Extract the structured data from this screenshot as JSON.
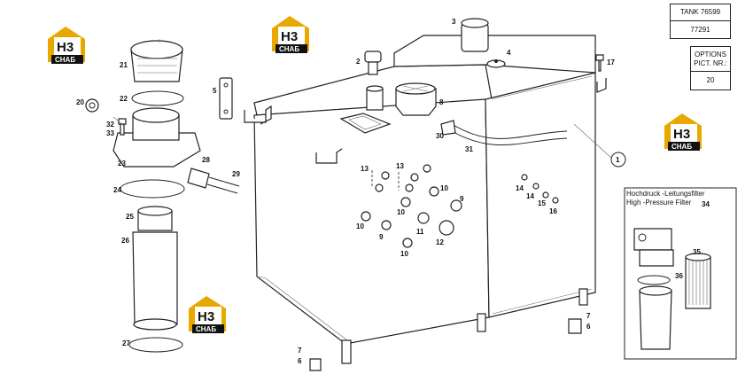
{
  "tank_box": {
    "title": "TANK 76599",
    "number": "77291"
  },
  "options_box": {
    "line1": "OPTIONS",
    "line2": "PICT. NR.:",
    "value": "20"
  },
  "filter_box": {
    "title_de": "Hochdruck -Leitungsfilter",
    "title_en": "High -Pressure Filter",
    "ref": "34"
  },
  "logo": {
    "letters": "H3",
    "word": "СНАБ"
  },
  "callouts": {
    "c1": "1",
    "c2": "2",
    "c3": "3",
    "c4": "4",
    "c5": "5",
    "c6a": "6",
    "c6b": "6",
    "c7a": "7",
    "c7b": "7",
    "c8": "8",
    "c9a": "9",
    "c9b": "9",
    "c10a": "10",
    "c10b": "10",
    "c10c": "10",
    "c10d": "10",
    "c11": "11",
    "c12": "12",
    "c13a": "13",
    "c13b": "13",
    "c14a": "14",
    "c14b": "14",
    "c15": "15",
    "c16": "16",
    "c17": "17",
    "c20": "20",
    "c21": "21",
    "c22": "22",
    "c23": "23",
    "c24": "24",
    "c25": "25",
    "c26": "26",
    "c27": "27",
    "c28": "28",
    "c29": "29",
    "c30": "30",
    "c31": "31",
    "c32": "32",
    "c33": "33",
    "c35": "35",
    "c36": "36"
  }
}
